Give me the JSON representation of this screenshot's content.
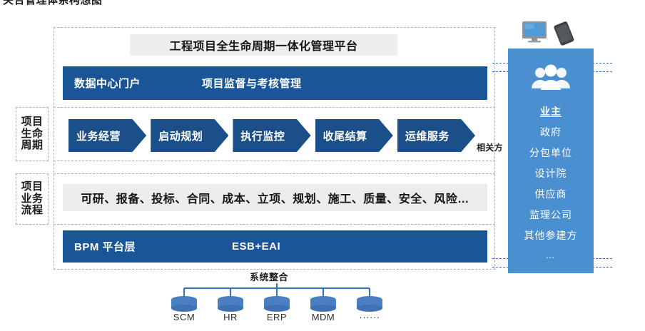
{
  "page": {
    "top_caption": "关合管理体系构想图"
  },
  "platform": {
    "title": "工程项目全生命周期一体化管理平台",
    "portal_bar": {
      "left_label": "数据中心门户",
      "right_label": "项目监督与考核管理"
    },
    "bpm_bar": {
      "left_label": "BPM 平台层",
      "right_label": "ESB+EAI"
    }
  },
  "row_labels": {
    "lifecycle": "项目生命周期",
    "process": "项目业务流程"
  },
  "lifecycle": {
    "stages": [
      {
        "label": "业务经营"
      },
      {
        "label": "启动规划"
      },
      {
        "label": "执行监控"
      },
      {
        "label": "收尾结算"
      },
      {
        "label": "运维服务"
      }
    ],
    "stakeholder_caption": "相关方"
  },
  "business_process": {
    "items_text": "可研、报备、投标、合同、成本、立项、规划、施工、质量、安全、风险…"
  },
  "stakeholder_panel": {
    "icon_name": "users-group-icon",
    "items": [
      {
        "label": "业主",
        "primary": true
      },
      {
        "label": "政府",
        "primary": false
      },
      {
        "label": "分包单位",
        "primary": false
      },
      {
        "label": "设计院",
        "primary": false
      },
      {
        "label": "供应商",
        "primary": false
      },
      {
        "label": "监理公司",
        "primary": false
      },
      {
        "label": "其他参建方",
        "primary": false
      },
      {
        "label": "…",
        "primary": false
      }
    ]
  },
  "devices": {
    "monitor_icon": "desktop-monitor-icon",
    "phone_icon": "smartphone-icon"
  },
  "systems": {
    "integration_label": "系统整合",
    "nodes": [
      {
        "label": "SCM"
      },
      {
        "label": "HR"
      },
      {
        "label": "ERP"
      },
      {
        "label": "MDM"
      },
      {
        "label": "······"
      }
    ]
  },
  "colors": {
    "dark_blue": "#1a5697",
    "chevron_blue": "#1b4f8a",
    "panel_blue": "#4a8fcf",
    "gray_bar": "#ececec",
    "dashed_border": "#9bb4cc"
  }
}
